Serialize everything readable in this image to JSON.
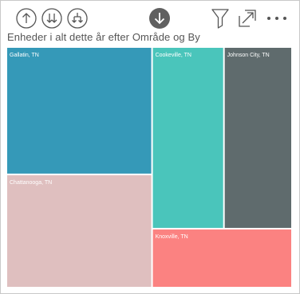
{
  "toolbar": {
    "icons": [
      "arrow-up-icon",
      "double-arrow-down-icon",
      "split-arrow-down-icon",
      "arrow-down-circle-icon",
      "funnel-icon",
      "focus-mode-icon",
      "ellipsis-icon"
    ],
    "active_color": "#606060",
    "icon_color": "#555555"
  },
  "chart_data": {
    "type": "treemap",
    "title": "Enheder i alt dette år efter Område og By",
    "tiles": [
      {
        "label": "Gallatin, TN",
        "value": 27,
        "color": "#3599B8"
      },
      {
        "label": "Chattanooga, TN",
        "value": 24,
        "color": "#DFBFBF"
      },
      {
        "label": "Cookeville, TN",
        "value": 19,
        "color": "#4AC5BB"
      },
      {
        "label": "Johnson City, TN",
        "value": 18,
        "color": "#5F6B6D"
      },
      {
        "label": "Knoxville, TN",
        "value": 12,
        "color": "#FB8281"
      }
    ]
  }
}
